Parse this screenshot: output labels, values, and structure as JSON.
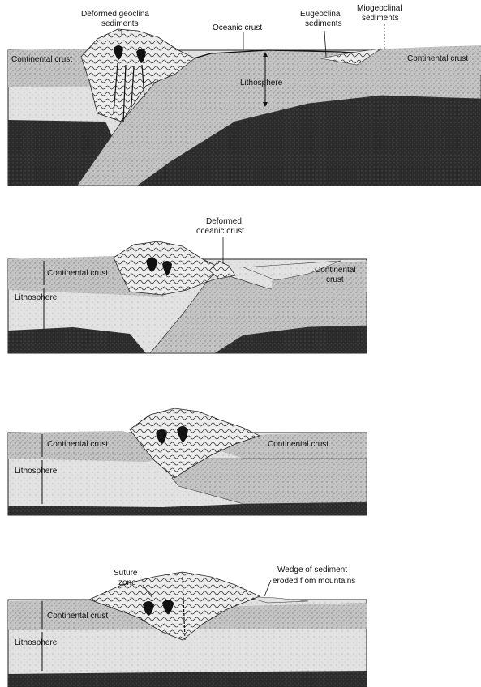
{
  "panels": [
    {
      "labels": {
        "deformed_geocline_1": "Deformed geoclina",
        "deformed_geocline_2": "sediments",
        "oceanic_crust": "Oceanic crust",
        "eugeoclinal_1": "Eugeoclinal",
        "eugeoclinal_2": "sediments",
        "miogeoclinal_1": "Miogeoclinal",
        "miogeoclinal_2": "sediments",
        "continental_crust_left": "Continental crust",
        "continental_crust_right": "Continental crust",
        "lithosphere": "Lithosphere"
      }
    },
    {
      "labels": {
        "deformed_oceanic_1": "Deformed",
        "deformed_oceanic_2": "oceanic crust",
        "continental_crust_left": "Continental crust",
        "continental_crust_right_1": "Continental",
        "continental_crust_right_2": "crust",
        "lithosphere": "Lithosphere"
      }
    },
    {
      "labels": {
        "continental_crust_left": "Continental crust",
        "continental_crust_right": "Continental crust",
        "lithosphere": "Lithosphere"
      }
    },
    {
      "labels": {
        "suture_1": "Suture",
        "suture_2": "zone",
        "wedge_1": "Wedge of sediment",
        "wedge_2": "eroded f om mountains",
        "continental_crust": "Continental crust",
        "lithosphere": "Lithosphere"
      }
    }
  ],
  "colors": {
    "mantle": "#2b2b2b",
    "lithosphere": "#b9b9b9",
    "crust": "#8e8e8e",
    "light_fill": "#e4e4e4",
    "paper": "#ffffff"
  }
}
